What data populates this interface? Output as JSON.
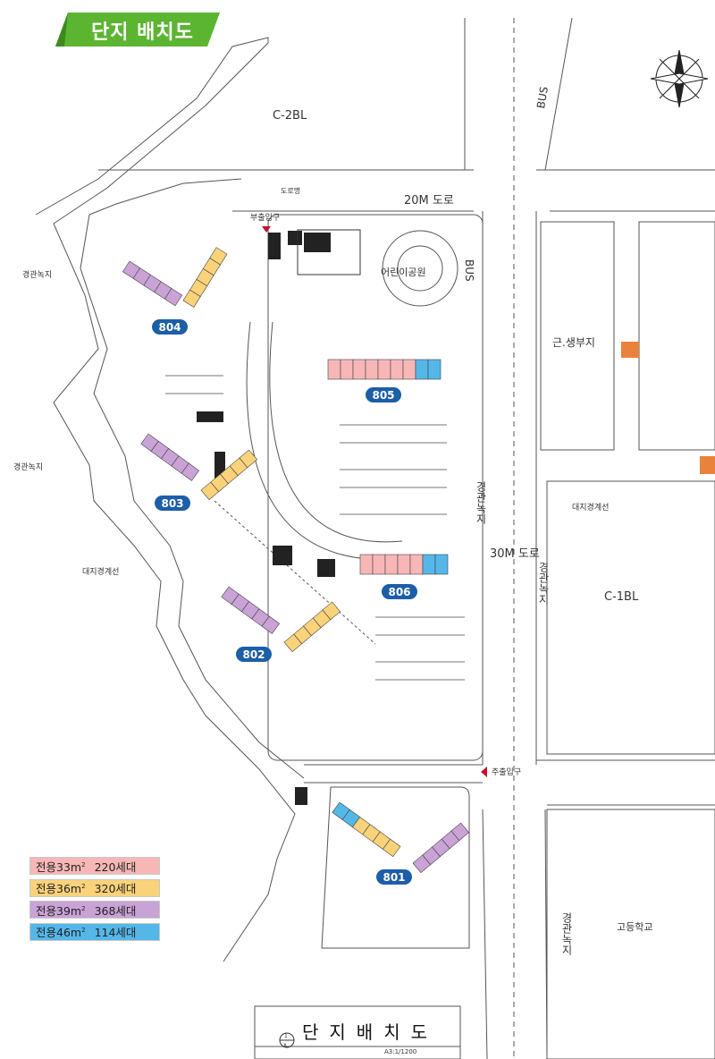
{
  "header": {
    "title": "단지 배치도",
    "banner_color": "#5cb531"
  },
  "legend": [
    {
      "type": "전용33m",
      "count": "220세대",
      "color": "#f7b7b7"
    },
    {
      "type": "전용36m",
      "count": "320세대",
      "color": "#f9d27a"
    },
    {
      "type": "전용39m",
      "count": "368세대",
      "color": "#c9a2d6"
    },
    {
      "type": "전용46m",
      "count": "114세대",
      "color": "#55b7e8"
    }
  ],
  "buildings": [
    {
      "id": "804"
    },
    {
      "id": "805"
    },
    {
      "id": "803"
    },
    {
      "id": "806"
    },
    {
      "id": "802"
    },
    {
      "id": "801"
    }
  ],
  "labels": {
    "block_north": "C-2BL",
    "block_east": "C-1BL",
    "road_20m": "20M 도로",
    "road_30m": "30M 도로",
    "bus_top": "BUS",
    "bus_side": "BUS",
    "neighborhood_facility": "근.생부지",
    "landscape_green_1": "경관녹지",
    "landscape_green_2": "경관녹지",
    "landscape_green_3": "경관녹지",
    "landscape_green_4": "경관녹지",
    "landscape_green_5": "경관녹지",
    "site_boundary_left": "대지경계선",
    "site_boundary_right": "대지경계선",
    "sub_entrance": "부출입구",
    "main_entrance": "주출입구",
    "high_school": "고등학교",
    "park": "어린이공원",
    "road_sign": "도로명"
  },
  "sheet": {
    "title": "단지배치도",
    "number": "A",
    "index": "1",
    "scale": "A3:1/1200"
  },
  "colors": {
    "unit_pink": "#f7b7b7",
    "unit_yellow": "#f9d27a",
    "unit_purple": "#c9a2d6",
    "unit_blue": "#55b7e8",
    "badge": "#1c5ea8"
  }
}
